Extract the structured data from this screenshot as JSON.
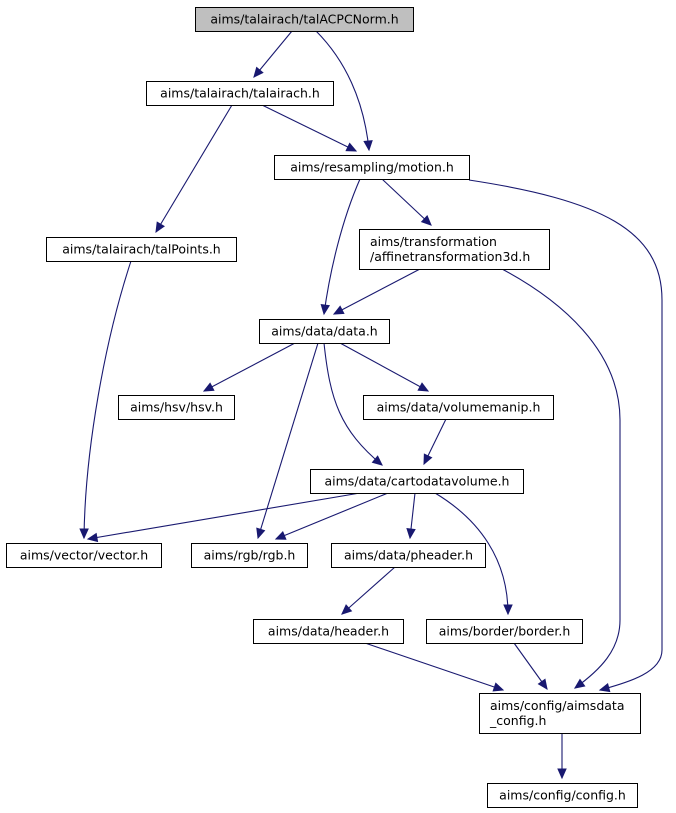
{
  "colors": {
    "edge": "#191970",
    "node_fill": "#ffffff",
    "root_fill": "#bfbfbf",
    "node_border": "#000000"
  },
  "nodes": [
    {
      "id": "talacpcnorm",
      "label": "aims/talairach/talACPCNorm.h",
      "root": true
    },
    {
      "id": "talairach",
      "label": "aims/talairach/talairach.h"
    },
    {
      "id": "motion",
      "label": "aims/resampling/motion.h"
    },
    {
      "id": "talpoints",
      "label": "aims/talairach/talPoints.h"
    },
    {
      "id": "affine",
      "label": [
        "aims/transformation",
        "/affinetransformation3d.h"
      ]
    },
    {
      "id": "data",
      "label": "aims/data/data.h"
    },
    {
      "id": "hsv",
      "label": "aims/hsv/hsv.h"
    },
    {
      "id": "volumemanip",
      "label": "aims/data/volumemanip.h"
    },
    {
      "id": "cartodatavolume",
      "label": "aims/data/cartodatavolume.h"
    },
    {
      "id": "vector",
      "label": "aims/vector/vector.h"
    },
    {
      "id": "rgb",
      "label": "aims/rgb/rgb.h"
    },
    {
      "id": "pheader",
      "label": "aims/data/pheader.h"
    },
    {
      "id": "header",
      "label": "aims/data/header.h"
    },
    {
      "id": "border",
      "label": "aims/border/border.h"
    },
    {
      "id": "aimsdata_config",
      "label": [
        "aims/config/aimsdata",
        "_config.h"
      ]
    },
    {
      "id": "config",
      "label": "aims/config/config.h"
    }
  ],
  "edges": [
    {
      "from": "talacpcnorm",
      "to": "talairach"
    },
    {
      "from": "talacpcnorm",
      "to": "motion"
    },
    {
      "from": "talairach",
      "to": "motion"
    },
    {
      "from": "talairach",
      "to": "talpoints"
    },
    {
      "from": "motion",
      "to": "affine"
    },
    {
      "from": "motion",
      "to": "data"
    },
    {
      "from": "motion",
      "to": "aimsdata_config"
    },
    {
      "from": "talpoints",
      "to": "vector"
    },
    {
      "from": "affine",
      "to": "data"
    },
    {
      "from": "affine",
      "to": "aimsdata_config"
    },
    {
      "from": "data",
      "to": "hsv"
    },
    {
      "from": "data",
      "to": "volumemanip"
    },
    {
      "from": "data",
      "to": "cartodatavolume"
    },
    {
      "from": "data",
      "to": "rgb"
    },
    {
      "from": "volumemanip",
      "to": "cartodatavolume"
    },
    {
      "from": "cartodatavolume",
      "to": "vector"
    },
    {
      "from": "cartodatavolume",
      "to": "rgb"
    },
    {
      "from": "cartodatavolume",
      "to": "pheader"
    },
    {
      "from": "cartodatavolume",
      "to": "border"
    },
    {
      "from": "pheader",
      "to": "header"
    },
    {
      "from": "header",
      "to": "aimsdata_config"
    },
    {
      "from": "border",
      "to": "aimsdata_config"
    },
    {
      "from": "aimsdata_config",
      "to": "config"
    }
  ]
}
